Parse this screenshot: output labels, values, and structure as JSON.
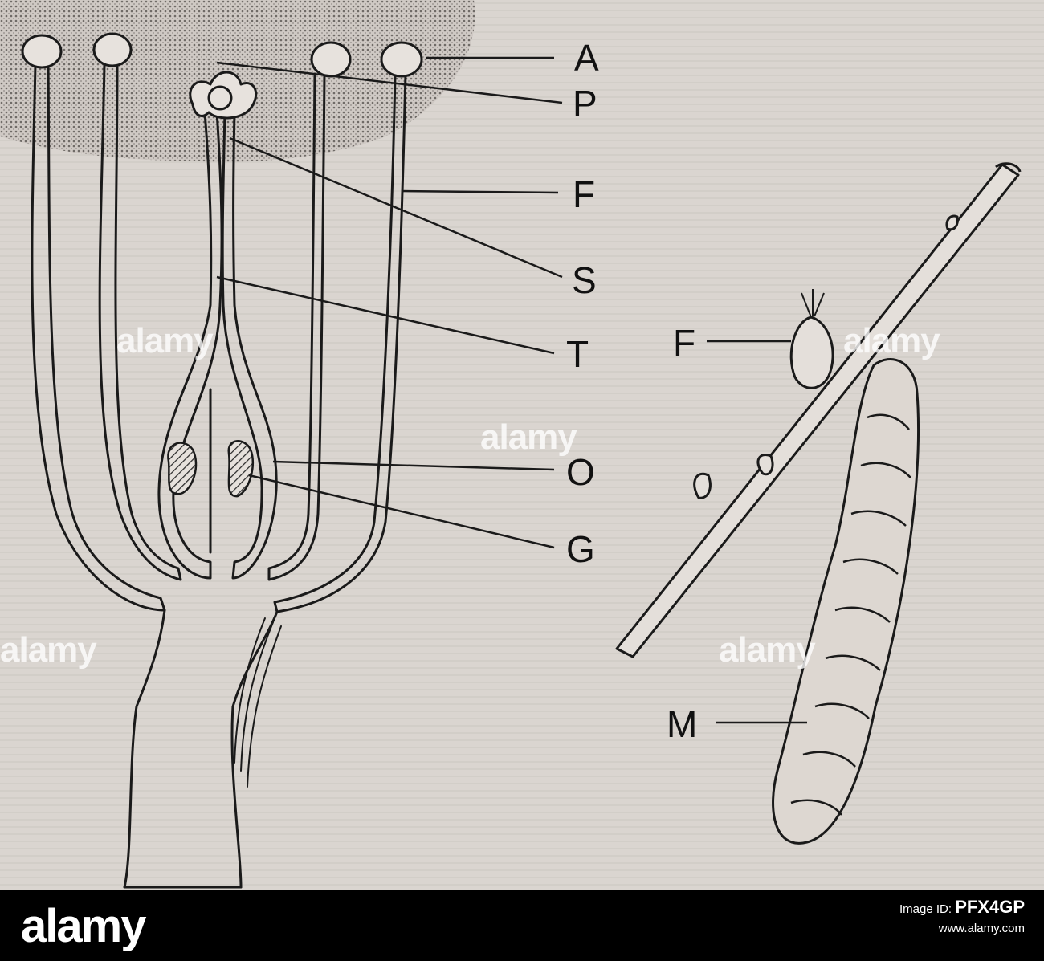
{
  "figure": {
    "left_labels": [
      "A",
      "P",
      "F",
      "S",
      "T",
      "O",
      "G"
    ],
    "right_labels": [
      "F",
      "M"
    ]
  },
  "watermark": {
    "text": "alamy",
    "repeat": 5
  },
  "footer": {
    "brand": "alamy",
    "image_id_label": "Image ID:",
    "image_id": "PFX4GP",
    "site": "www.alamy.com"
  },
  "colors": {
    "paper": "#d9d4cf",
    "ink": "#1a1a1a",
    "stipple": "#8f8a86",
    "footer_bg": "#000000"
  }
}
